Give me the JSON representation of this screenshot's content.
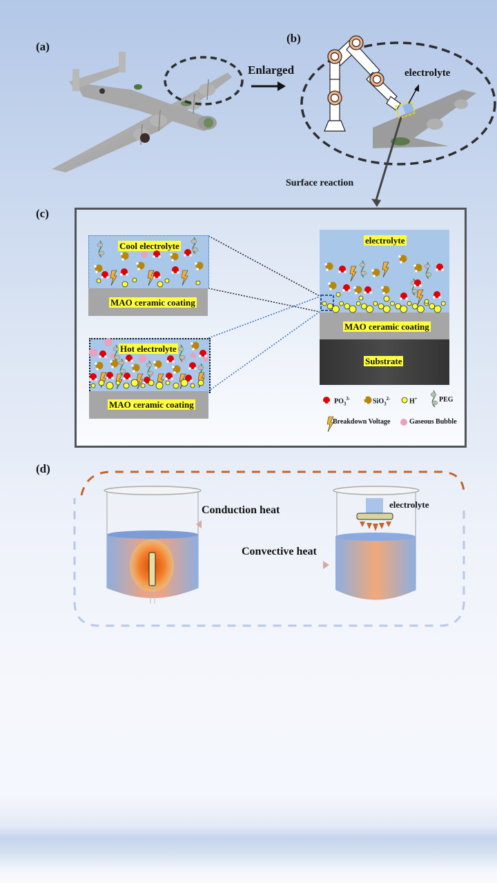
{
  "figure": {
    "panels": {
      "a": {
        "label": "(a)"
      },
      "b": {
        "label": "(b)",
        "enlarged_label": "Enlarged",
        "electrolyte_label": "electrolyte",
        "surface_reaction_label": "Surface reaction"
      },
      "c": {
        "label": "(c)",
        "cool_box": {
          "title": "Cool electrolyte",
          "coating": "MAO ceramic coating"
        },
        "hot_box": {
          "title": "Hot electrolyte",
          "coating": "MAO ceramic coating"
        },
        "stack": {
          "electrolyte": "electrolyte",
          "coating": "MAO ceramic coating",
          "substrate": "Substrate"
        },
        "legend": [
          {
            "symbol": "PO3-molecule",
            "label": "PO",
            "sub": "3",
            "sup": "3-"
          },
          {
            "symbol": "SiO3-molecule",
            "label": "SiO",
            "sub": "3",
            "sup": "2-"
          },
          {
            "symbol": "H-ion",
            "label": "H",
            "sup": "+"
          },
          {
            "symbol": "PEG-chain",
            "label": "PEG"
          },
          {
            "symbol": "lightning-bolt",
            "label": "Breakdown Voltage"
          },
          {
            "symbol": "pink-bubble",
            "label": "Gaseous Bubble"
          }
        ]
      },
      "d": {
        "label": "(d)",
        "conduction_label": "Conduction heat",
        "convective_label": "Convective heat",
        "electrolyte_label": "electrolyte"
      }
    },
    "colors": {
      "frame": "#505458",
      "electrolyte_blue": "#a9c8e9",
      "coating_gray": "#a6a6a6",
      "substrate_dark": "#3f3f3f",
      "highlight_yellow": "#ffff3a",
      "po3_red": "#e00000",
      "sio3_gold": "#b8860b",
      "h_yellow": "#ffff33",
      "bubble_pink": "#e6a2c0",
      "bolt_orange": "#f7b12a",
      "robot_orange": "#f4b183",
      "heat_orange": "#e8722a",
      "dashed_brown": "#c5642a",
      "dashed_blue": "#b7c8e6"
    }
  }
}
